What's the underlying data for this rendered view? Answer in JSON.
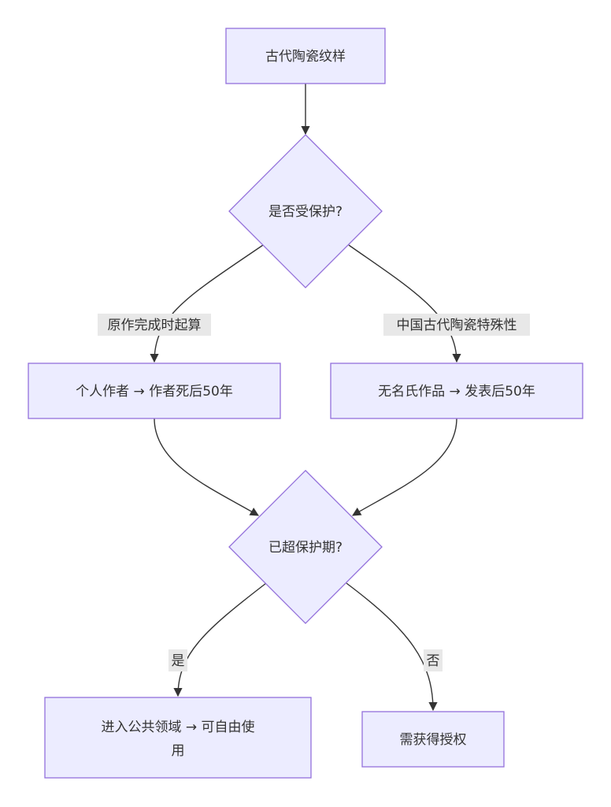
{
  "nodes": {
    "start": "古代陶瓷纹样",
    "decision_protected": "是否受保护?",
    "individual": "个人作者 → 作者死后50年",
    "anonymous": "无名氏作品 → 发表后50年",
    "decision_expired": "已超保护期?",
    "public_domain_line1": "进入公共领域 → 可自由使",
    "public_domain_line2": "用",
    "need_license": "需获得授权"
  },
  "edges": {
    "label_left": "原作完成时起算",
    "label_right": "中国古代陶瓷特殊性",
    "label_yes": "是",
    "label_no": "否"
  }
}
